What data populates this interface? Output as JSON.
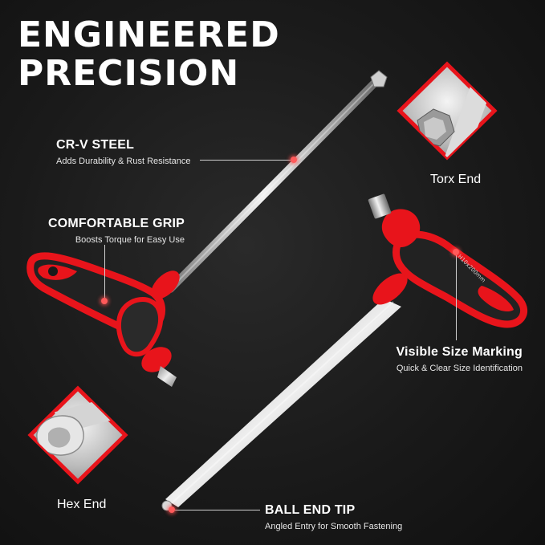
{
  "headline": {
    "line1": "ENGINEERED",
    "line2": "PRECISION"
  },
  "callouts": {
    "crv_steel": {
      "title": "CR-V STEEL",
      "subtitle": "Adds Durability & Rust Resistance"
    },
    "comfortable_grip": {
      "title": "COMFORTABLE GRIP",
      "subtitle": "Boosts Torque for Easy Use"
    },
    "size_marking": {
      "title": "Visible Size Marking",
      "subtitle": "Quick & Clear Size Identification"
    },
    "ball_end": {
      "title": "BALL END TIP",
      "subtitle": "Angled Entry for Smooth Fastening"
    }
  },
  "details": {
    "torx": {
      "label": "Torx End"
    },
    "hex": {
      "label": "Hex End"
    }
  },
  "size_text": "H10x200mm",
  "colors": {
    "accent": "#e8141b",
    "handle_dark": "#222222",
    "background": "#141414",
    "text": "#ffffff"
  }
}
